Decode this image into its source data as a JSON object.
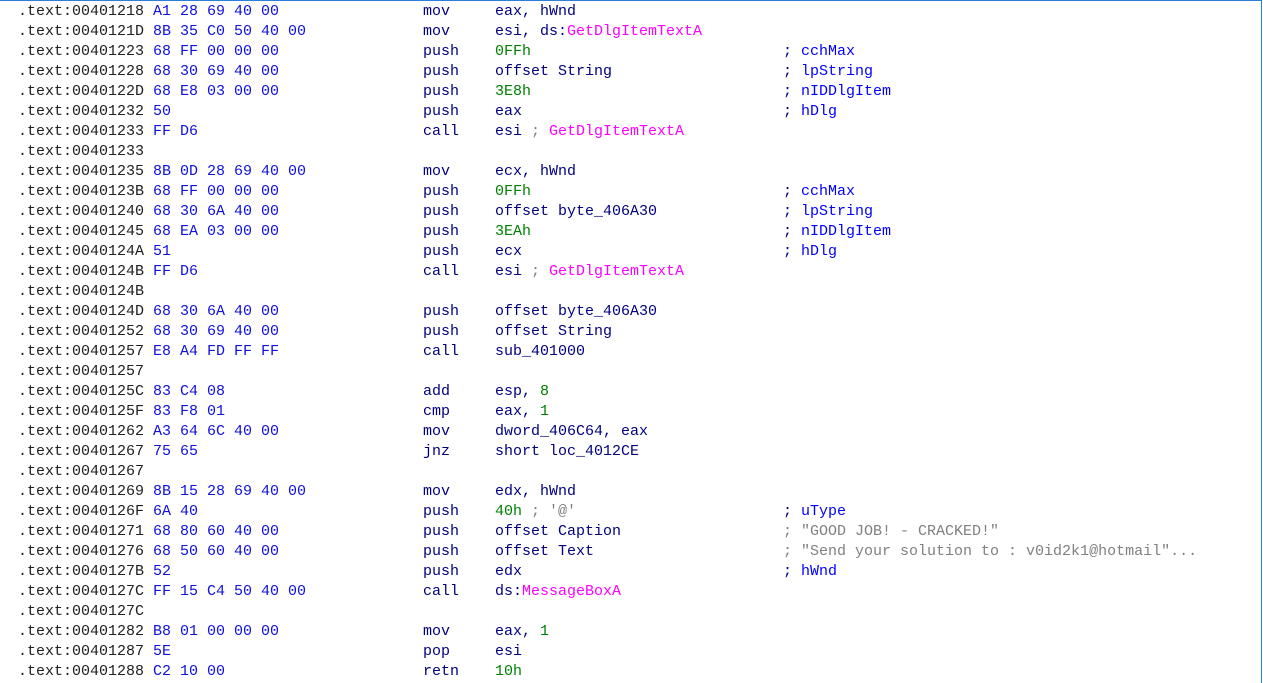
{
  "colors": {
    "address": "#202020",
    "bytes": "#1010e0",
    "mnemonic": "#000080",
    "number": "#008000",
    "import": "#ff00ff",
    "string_comment": "#808080",
    "arg_comment": "#0000ff"
  },
  "rows": [
    {
      "addr": ".text:00401218",
      "bytes": "A1 28 69 40 00",
      "mnem": "mov",
      "ops": [
        {
          "t": "eax, hWnd",
          "k": "reg"
        }
      ]
    },
    {
      "addr": ".text:0040121D",
      "bytes": "8B 35 C0 50 40 00",
      "mnem": "mov",
      "ops": [
        {
          "t": "esi, ds:",
          "k": "reg"
        },
        {
          "t": "GetDlgItemTextA",
          "k": "api"
        }
      ]
    },
    {
      "addr": ".text:00401223",
      "bytes": "68 FF 00 00 00",
      "mnem": "push",
      "ops": [
        {
          "t": "0FFh",
          "k": "num"
        }
      ],
      "comment": {
        "t": "cchMax",
        "k": "arg"
      }
    },
    {
      "addr": ".text:00401228",
      "bytes": "68 30 69 40 00",
      "mnem": "push",
      "ops": [
        {
          "t": "offset String",
          "k": "reg"
        }
      ],
      "comment": {
        "t": "lpString",
        "k": "arg"
      }
    },
    {
      "addr": ".text:0040122D",
      "bytes": "68 E8 03 00 00",
      "mnem": "push",
      "ops": [
        {
          "t": "3E8h",
          "k": "num"
        }
      ],
      "comment": {
        "t": "nIDDlgItem",
        "k": "arg"
      }
    },
    {
      "addr": ".text:00401232",
      "bytes": "50",
      "mnem": "push",
      "ops": [
        {
          "t": "eax",
          "k": "reg"
        }
      ],
      "comment": {
        "t": "hDlg",
        "k": "arg"
      }
    },
    {
      "addr": ".text:00401233",
      "bytes": "FF D6",
      "mnem": "call",
      "ops": [
        {
          "t": "esi",
          "k": "reg"
        },
        {
          "t": " ; ",
          "k": "gray"
        },
        {
          "t": "GetDlgItemTextA",
          "k": "api"
        }
      ]
    },
    {
      "addr": ".text:00401233"
    },
    {
      "addr": ".text:00401235",
      "bytes": "8B 0D 28 69 40 00",
      "mnem": "mov",
      "ops": [
        {
          "t": "ecx, hWnd",
          "k": "reg"
        }
      ]
    },
    {
      "addr": ".text:0040123B",
      "bytes": "68 FF 00 00 00",
      "mnem": "push",
      "ops": [
        {
          "t": "0FFh",
          "k": "num"
        }
      ],
      "comment": {
        "t": "cchMax",
        "k": "arg"
      }
    },
    {
      "addr": ".text:00401240",
      "bytes": "68 30 6A 40 00",
      "mnem": "push",
      "ops": [
        {
          "t": "offset byte_406A30",
          "k": "reg"
        }
      ],
      "comment": {
        "t": "lpString",
        "k": "arg"
      }
    },
    {
      "addr": ".text:00401245",
      "bytes": "68 EA 03 00 00",
      "mnem": "push",
      "ops": [
        {
          "t": "3EAh",
          "k": "num"
        }
      ],
      "comment": {
        "t": "nIDDlgItem",
        "k": "arg"
      }
    },
    {
      "addr": ".text:0040124A",
      "bytes": "51",
      "mnem": "push",
      "ops": [
        {
          "t": "ecx",
          "k": "reg"
        }
      ],
      "comment": {
        "t": "hDlg",
        "k": "arg"
      }
    },
    {
      "addr": ".text:0040124B",
      "bytes": "FF D6",
      "mnem": "call",
      "ops": [
        {
          "t": "esi",
          "k": "reg"
        },
        {
          "t": " ; ",
          "k": "gray"
        },
        {
          "t": "GetDlgItemTextA",
          "k": "api"
        }
      ]
    },
    {
      "addr": ".text:0040124B"
    },
    {
      "addr": ".text:0040124D",
      "bytes": "68 30 6A 40 00",
      "mnem": "push",
      "ops": [
        {
          "t": "offset byte_406A30",
          "k": "reg"
        }
      ]
    },
    {
      "addr": ".text:00401252",
      "bytes": "68 30 69 40 00",
      "mnem": "push",
      "ops": [
        {
          "t": "offset String",
          "k": "reg"
        }
      ]
    },
    {
      "addr": ".text:00401257",
      "bytes": "E8 A4 FD FF FF",
      "mnem": "call",
      "ops": [
        {
          "t": "sub_401000",
          "k": "reg"
        }
      ]
    },
    {
      "addr": ".text:00401257"
    },
    {
      "addr": ".text:0040125C",
      "bytes": "83 C4 08",
      "mnem": "add",
      "ops": [
        {
          "t": "esp, ",
          "k": "reg"
        },
        {
          "t": "8",
          "k": "num"
        }
      ]
    },
    {
      "addr": ".text:0040125F",
      "bytes": "83 F8 01",
      "mnem": "cmp",
      "ops": [
        {
          "t": "eax, ",
          "k": "reg"
        },
        {
          "t": "1",
          "k": "num"
        }
      ]
    },
    {
      "addr": ".text:00401262",
      "bytes": "A3 64 6C 40 00",
      "mnem": "mov",
      "ops": [
        {
          "t": "dword_406C64, eax",
          "k": "reg"
        }
      ]
    },
    {
      "addr": ".text:00401267",
      "bytes": "75 65",
      "mnem": "jnz",
      "ops": [
        {
          "t": "short loc_4012CE",
          "k": "reg"
        }
      ]
    },
    {
      "addr": ".text:00401267"
    },
    {
      "addr": ".text:00401269",
      "bytes": "8B 15 28 69 40 00",
      "mnem": "mov",
      "ops": [
        {
          "t": "edx, hWnd",
          "k": "reg"
        }
      ]
    },
    {
      "addr": ".text:0040126F",
      "bytes": "6A 40",
      "mnem": "push",
      "ops": [
        {
          "t": "40h",
          "k": "num"
        },
        {
          "t": " ; '@'",
          "k": "gray"
        }
      ],
      "comment": {
        "t": "uType",
        "k": "arg"
      }
    },
    {
      "addr": ".text:00401271",
      "bytes": "68 80 60 40 00",
      "mnem": "push",
      "ops": [
        {
          "t": "offset Caption",
          "k": "reg"
        }
      ],
      "comment": {
        "t": "\"GOOD JOB! - CRACKED!\"",
        "k": "gray"
      }
    },
    {
      "addr": ".text:00401276",
      "bytes": "68 50 60 40 00",
      "mnem": "push",
      "ops": [
        {
          "t": "offset Text",
          "k": "reg"
        }
      ],
      "comment": {
        "t": "\"Send your solution to : v0id2k1@hotmail\"...",
        "k": "gray"
      }
    },
    {
      "addr": ".text:0040127B",
      "bytes": "52",
      "mnem": "push",
      "ops": [
        {
          "t": "edx",
          "k": "reg"
        }
      ],
      "comment": {
        "t": "hWnd",
        "k": "arg"
      }
    },
    {
      "addr": ".text:0040127C",
      "bytes": "FF 15 C4 50 40 00",
      "mnem": "call",
      "ops": [
        {
          "t": "ds:",
          "k": "reg"
        },
        {
          "t": "MessageBoxA",
          "k": "api"
        }
      ]
    },
    {
      "addr": ".text:0040127C"
    },
    {
      "addr": ".text:00401282",
      "bytes": "B8 01 00 00 00",
      "mnem": "mov",
      "ops": [
        {
          "t": "eax, ",
          "k": "reg"
        },
        {
          "t": "1",
          "k": "num"
        }
      ]
    },
    {
      "addr": ".text:00401287",
      "bytes": "5E",
      "mnem": "pop",
      "ops": [
        {
          "t": "esi",
          "k": "reg"
        }
      ]
    },
    {
      "addr": ".text:00401288",
      "bytes": "C2 10 00",
      "mnem": "retn",
      "ops": [
        {
          "t": "10h",
          "k": "num"
        }
      ]
    }
  ]
}
